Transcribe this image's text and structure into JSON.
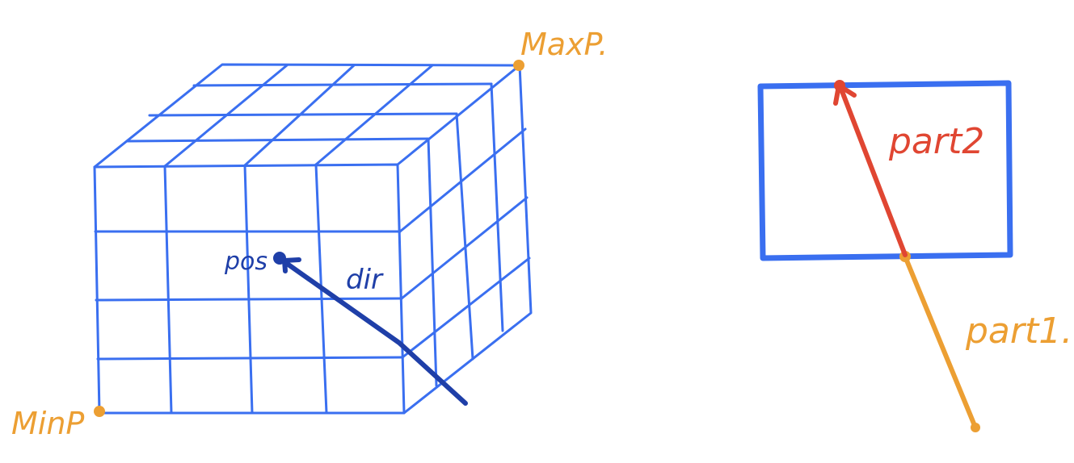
{
  "colors": {
    "grid": "#3a6ff0",
    "dir_arrow": "#1f3fa8",
    "label_dark": "#1f3fa8",
    "orange": "#ec9f33",
    "red": "#e04632",
    "background": "#ffffff"
  },
  "labels": {
    "min_point": "MinP",
    "max_point": "MaxP.",
    "position": "pos",
    "direction": "dir",
    "segment_outside": "part1.",
    "segment_inside": "part2"
  }
}
